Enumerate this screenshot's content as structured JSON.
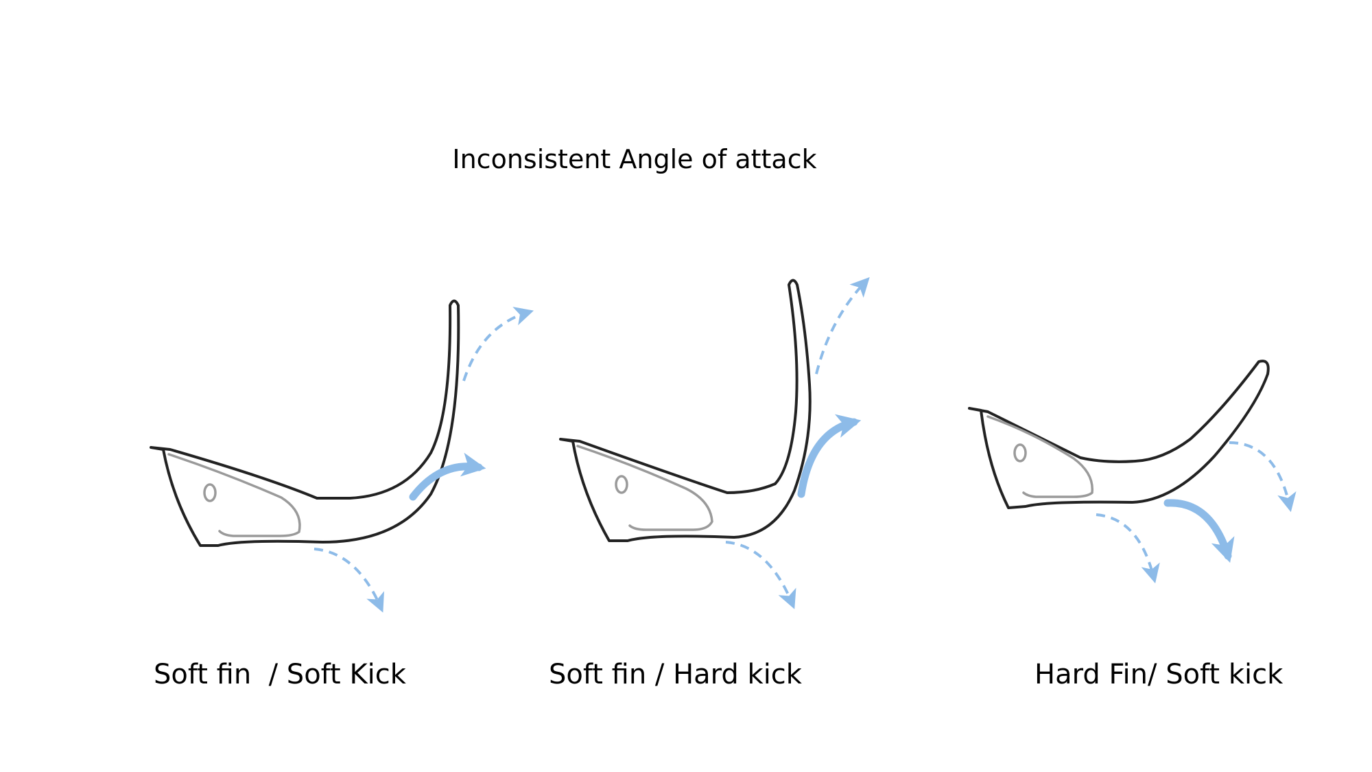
{
  "title": "Inconsistent Angle of attack",
  "panels": [
    {
      "caption": "Soft fin  / Soft Kick"
    },
    {
      "caption": "Soft fin / Hard kick"
    },
    {
      "caption": "Hard Fin/ Soft kick"
    }
  ],
  "colors": {
    "outline": "#222222",
    "inner_line": "#9a9a9a",
    "arrow": "#8dbbe8",
    "background": "#ffffff"
  }
}
